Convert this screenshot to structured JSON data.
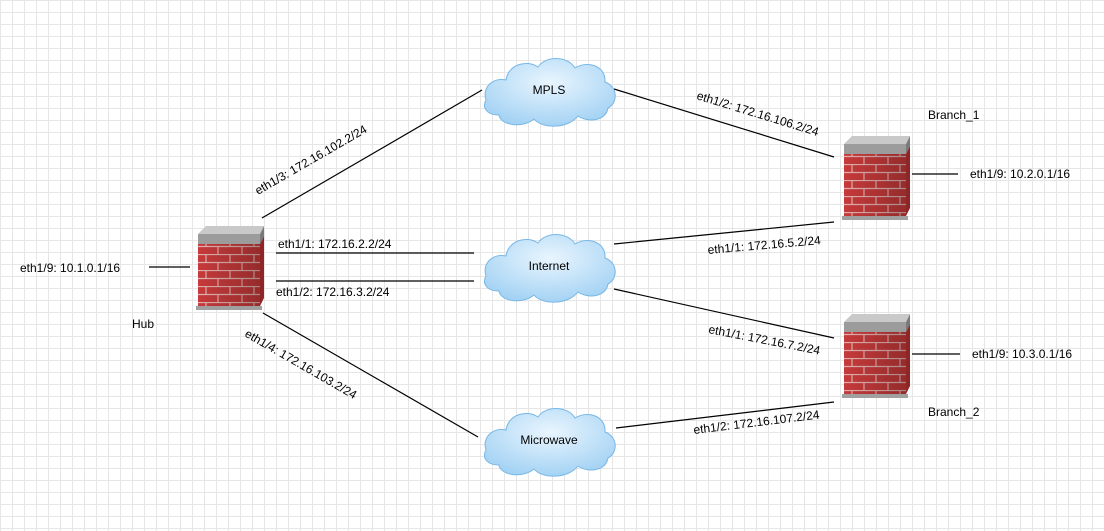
{
  "colors": {
    "cloud_fill": "#bfe0f8",
    "cloud_edge": "#78b7e6",
    "brick": "#c63a3a",
    "mortar": "#e2b0b0",
    "cap": "#9c9c9c",
    "link": "#000000"
  },
  "devices": {
    "hub": {
      "label": "Hub",
      "icon": "firewall-icon"
    },
    "branch1": {
      "label": "Branch_1",
      "icon": "firewall-icon"
    },
    "branch2": {
      "label": "Branch_2",
      "icon": "firewall-icon"
    }
  },
  "clouds": {
    "mpls": {
      "label": "MPLS",
      "icon": "cloud-icon"
    },
    "internet": {
      "label": "Internet",
      "icon": "cloud-icon"
    },
    "microwave": {
      "label": "Microwave",
      "icon": "cloud-icon"
    }
  },
  "interfaces": {
    "hub_eth1_9": "eth1/9: 10.1.0.1/16",
    "hub_eth1_3": "eth1/3: 172.16.102.2/24",
    "hub_eth1_1": "eth1/1: 172.16.2.2/24",
    "hub_eth1_2": "eth1/2: 172.16.3.2/24",
    "hub_eth1_4": "eth1/4: 172.16.103.2/24",
    "b1_eth1_2": "eth1/2: 172.16.106.2/24",
    "b1_eth1_1": "eth1/1: 172.16.5.2/24",
    "b1_eth1_9": "eth1/9: 10.2.0.1/16",
    "b2_eth1_1": "eth1/1: 172.16.7.2/24",
    "b2_eth1_2": "eth1/2: 172.16.107.2/24",
    "b2_eth1_9": "eth1/9: 10.3.0.1/16"
  }
}
